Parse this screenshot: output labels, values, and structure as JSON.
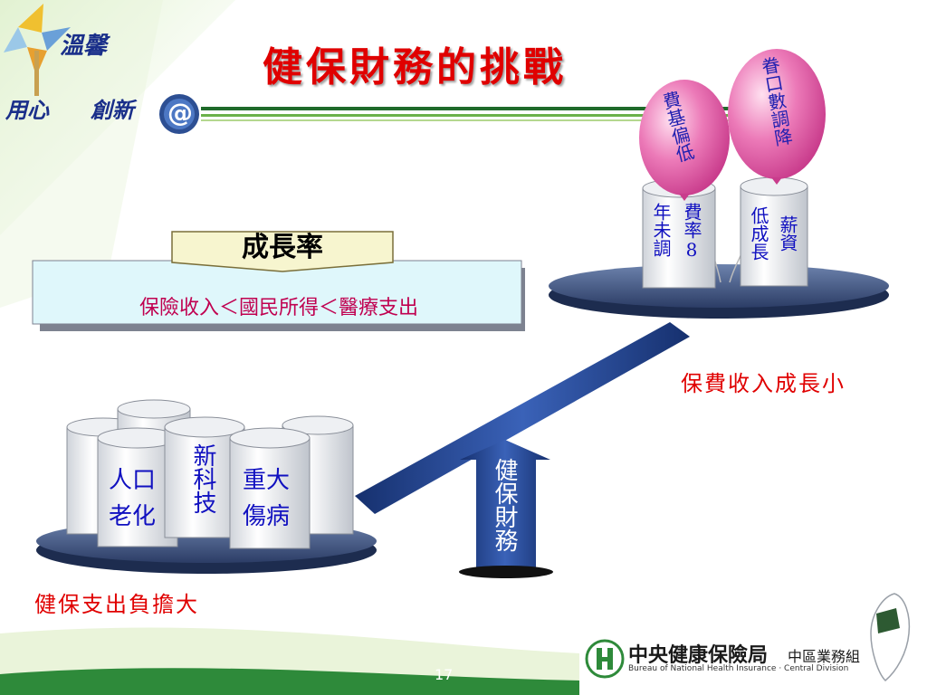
{
  "title": "健保財務的挑戰",
  "logo": {
    "words": [
      "溫馨",
      "用心",
      "創新"
    ],
    "at_symbol": "@"
  },
  "growth_rate": {
    "label": "成長率",
    "formula": "保險收入＜國民所得＜醫療支出"
  },
  "income": {
    "caption": "保費收入成長小",
    "cans": [
      {
        "col_right": "費率8",
        "col_left": "年未調"
      },
      {
        "col_right": "薪資",
        "col_left": "低成長"
      }
    ],
    "balloons": [
      {
        "text": "費基偏低"
      },
      {
        "text": "眷口數調降"
      }
    ]
  },
  "expense": {
    "caption": "健保支出負擔大",
    "cans": [
      {
        "text_lines": [
          "人口",
          "老化"
        ]
      },
      {
        "text": "新科技"
      },
      {
        "text_lines": [
          "重大",
          "傷病"
        ]
      }
    ]
  },
  "fulcrum_label": "健保財務",
  "footer": {
    "org_cn": "中央健康保險局",
    "org_region": "中區業務組",
    "org_en": "Bureau of National Health Insurance · Central Division",
    "page_number": "17"
  },
  "colors": {
    "title": "#e00000",
    "caption": "#e00000",
    "can_text": "#1010c0",
    "platform": "#3a4f7a",
    "arrow": "#1f3f8a"
  }
}
